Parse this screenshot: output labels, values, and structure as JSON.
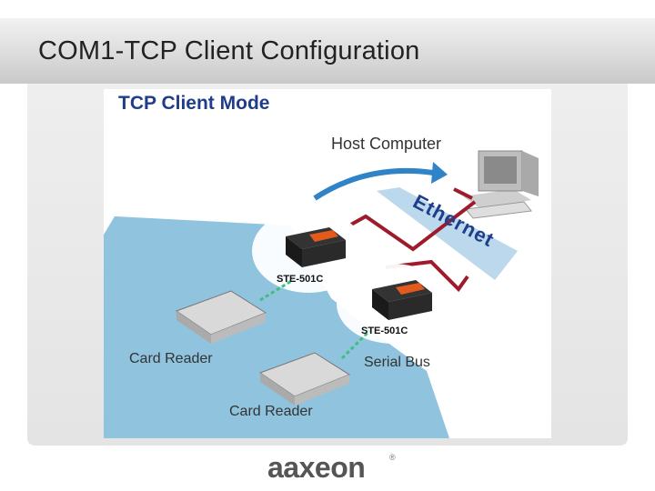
{
  "slide": {
    "title": "COM1-TCP Client Configuration"
  },
  "figure": {
    "title": "TCP Client Mode",
    "labels": {
      "host": "Host Computer",
      "network": "Ethernet",
      "device1": "STE-501C",
      "device2": "STE-501C",
      "card_reader_1": "Card Reader",
      "card_reader_2": "Card Reader",
      "serial_bus": "Serial Bus"
    }
  },
  "brand": {
    "logo": "aaxeon",
    "registered": "®"
  },
  "colors": {
    "title_blue": "#1f3d8a",
    "network_line": "#9e1b2c",
    "serial_link": "#3fbf7f",
    "floor_blue": "#8fc3de"
  }
}
